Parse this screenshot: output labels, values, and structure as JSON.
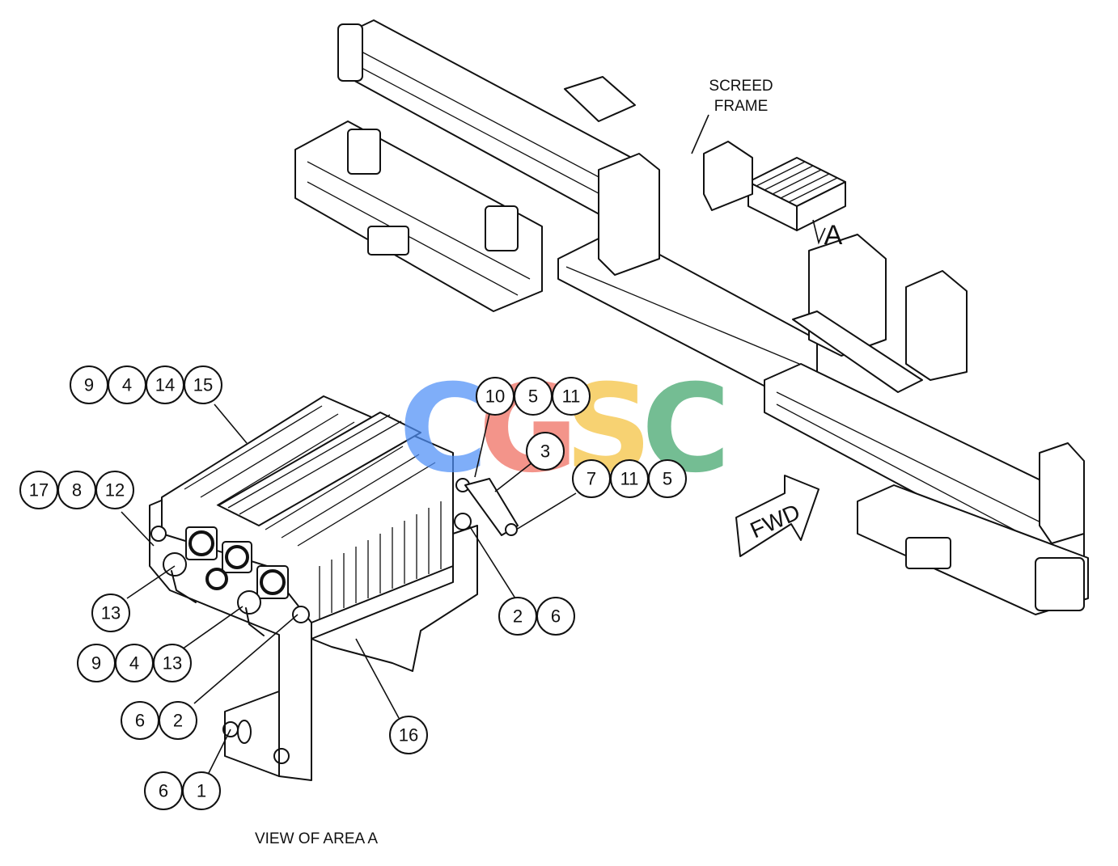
{
  "labels": {
    "screed_line1": "SCREED",
    "screed_line2": "FRAME",
    "area_letter": "A",
    "fwd": "FWD",
    "view_caption": "VIEW OF AREA A"
  },
  "watermark": {
    "letters": [
      "C",
      "G",
      "S",
      "C"
    ],
    "colors": [
      "#4f8ff7",
      "#ef6b5e",
      "#f4c23d",
      "#3fa46a"
    ]
  },
  "callouts": [
    [
      "9",
      "4",
      "14",
      "15"
    ],
    [
      "10",
      "5",
      "11"
    ],
    [
      "3"
    ],
    [
      "7",
      "11",
      "5"
    ],
    [
      "17",
      "8",
      "12"
    ],
    [
      "13"
    ],
    [
      "2",
      "6"
    ],
    [
      "9",
      "4",
      "13"
    ],
    [
      "6",
      "2"
    ],
    [
      "16"
    ],
    [
      "6",
      "1"
    ]
  ]
}
